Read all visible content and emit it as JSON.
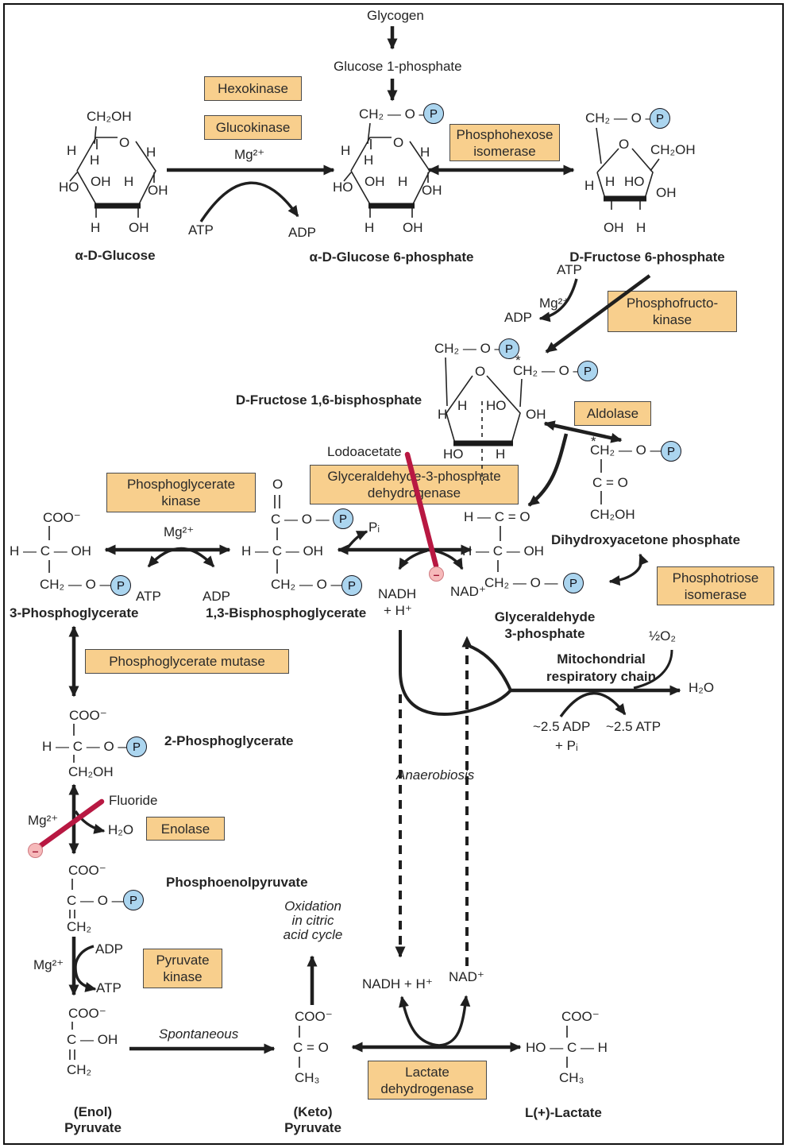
{
  "palette": {
    "ink": "#242424",
    "enzyme_box_fill": "#f8cf8d",
    "enzyme_box_border": "#4a4a4a",
    "phosphate_fill": "#abd5ef",
    "phosphate_border": "#17171f",
    "inhibitor_line": "#b81842",
    "inhibitor_circle_fill": "#f6b9ba",
    "background": "#ffffff"
  },
  "p_symbol": "P",
  "labels": {
    "glycogen": "Glycogen",
    "g1p": "Glucose 1-phosphate",
    "glucose": "α-D-Glucose",
    "g6p": "α-D-Glucose 6-phosphate",
    "f6p": "D-Fructose 6-phosphate",
    "f16bp": "D-Fructose 1,6-bisphosphate",
    "pg3": "3-Phosphoglycerate",
    "bpg13": "1,3-Bisphosphoglycerate",
    "g3p1": "Glyceraldehyde",
    "g3p2": "3-phosphate",
    "dhap": "Dihydroxyacetone phosphate",
    "pg2": "2-Phosphoglycerate",
    "pep": "Phosphoenolpyruvate",
    "enol1": "(Enol)",
    "enol2": "Pyruvate",
    "keto1": "(Keto)",
    "keto2": "Pyruvate",
    "lactate": "L(+)-Lactate"
  },
  "enzymes": {
    "hexokinase": "Hexokinase",
    "glucokinase": "Glucokinase",
    "phosphohexose1": "Phosphohexose",
    "phosphohexose2": "isomerase",
    "pfk1": "Phosphofructo-",
    "pfk2": "kinase",
    "aldolase": "Aldolase",
    "gapdh1": "Glyceraldehyde-3-phosphate",
    "gapdh2": "dehydrogenase",
    "pgk1": "Phosphoglycerate",
    "pgk2": "kinase",
    "mutase": "Phosphoglycerate mutase",
    "enolase": "Enolase",
    "pk1": "Pyruvate",
    "pk2": "kinase",
    "ldh1": "Lactate",
    "ldh2": "dehydrogenase",
    "pti1": "Phosphotriose",
    "pti2": "isomerase"
  },
  "cofactors": {
    "mg_hk": "Mg²⁺",
    "atp_hk": "ATP",
    "adp_hk": "ADP",
    "mg_pfk": "Mg²⁺",
    "atp_pfk": "ATP",
    "adp_pfk": "ADP",
    "mg_pgk": "Mg²⁺",
    "atp_pgk": "ATP",
    "adp_pgk": "ADP",
    "mg_eno": "Mg²⁺",
    "h2o_eno": "H₂O",
    "mg_pk": "Mg²⁺",
    "adp_pk": "ADP",
    "atp_pk": "ATP",
    "pi": "Pᵢ",
    "nadh_a": "NADH",
    "h_a": "+ H⁺",
    "nad_a": "NAD⁺",
    "nadh_b": "NADH + H⁺",
    "nad_b": "NAD⁺",
    "o2": "½O₂",
    "h2o_chain": "H₂O",
    "adp_chain": "~2.5 ADP",
    "pi_chain": "+ Pᵢ",
    "atp_chain": "~2.5 ATP"
  },
  "inhibitors": {
    "iodoacetate": "Lodoacetate",
    "fluoride": "Fluoride",
    "minus": "–"
  },
  "notes": {
    "anaerobiosis": "Anaerobiosis",
    "spontaneous": "Spontaneous",
    "oxidation1": "Oxidation",
    "oxidation2": "in citric",
    "oxidation3": "acid cycle",
    "mito1": "Mitochondrial",
    "mito2": "respiratory chain"
  },
  "structures": {
    "glucose": {
      "top": "CH₂OH",
      "ring_o": "O",
      "h_tl": "H",
      "h_in": "H",
      "h_tr": "H",
      "ho_l": "HO",
      "oh_il": "OH",
      "h_ir": "H",
      "oh_r": "OH",
      "h_b": "H",
      "oh_b": "OH"
    },
    "g6p": {
      "top": "CH₂ — O —",
      "ring_o": "O",
      "h_tl": "H",
      "h_in": "H",
      "h_tr": "H",
      "ho_l": "HO",
      "oh_il": "OH",
      "h_ir": "H",
      "oh_r": "OH",
      "h_b": "H",
      "oh_b": "OH"
    },
    "f6p": {
      "top": "CH₂ — O —",
      "ring_o": "O",
      "ch2oh": "CH₂OH",
      "h_l": "H",
      "h_il": "H",
      "ho_ir": "HO",
      "oh_r": "OH",
      "oh_b": "OH",
      "h_b": "H"
    },
    "f16bp": {
      "top": "CH₂ — O —",
      "ring_o": "O",
      "star": "*",
      "side": "CH₂ — O —",
      "h_l": "H",
      "h_il": "H",
      "ho_ir": "HO",
      "oh_r": "OH",
      "ho_b": "HO",
      "h_b": "H"
    },
    "pg3": {
      "r1": "COO⁻",
      "r2": "H — C — OH",
      "r3": "CH₂ — O —"
    },
    "bpg13": {
      "o_top": "O",
      "r1": "C — O —",
      "r2": "H — C — OH",
      "r3": "CH₂ — O —"
    },
    "g3p": {
      "r1": "H — C = O",
      "r2": "H — C — OH",
      "r3": "CH₂ — O —"
    },
    "dhap": {
      "star": "*",
      "r1": "CH₂ — O —",
      "r2": "C = O",
      "r3": "CH₂OH"
    },
    "pg2": {
      "r1": "COO⁻",
      "r2": "H — C — O —",
      "r3": "CH₂OH"
    },
    "pep": {
      "r1": "COO⁻",
      "r2": "C — O —",
      "r3": "CH₂"
    },
    "enol": {
      "r1": "COO⁻",
      "r2": "C — OH",
      "r3": "CH₂"
    },
    "keto": {
      "r1": "COO⁻",
      "r2": "C = O",
      "r3": "CH₃"
    },
    "lactate": {
      "r1": "COO⁻",
      "r2": "HO — C — H",
      "r3": "CH₃"
    }
  }
}
